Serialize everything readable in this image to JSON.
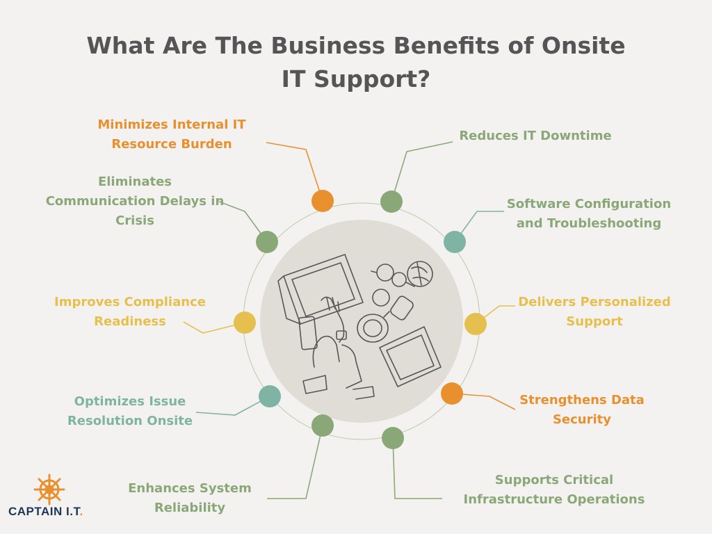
{
  "title": "What Are The Business Benefits of Onsite IT Support?",
  "colors": {
    "orange": "#e8902e",
    "green": "#8aa877",
    "teal": "#7fb3a3",
    "yellow": "#e5c04e",
    "center_circle": "#dfddd5",
    "ring": "#b8c9a8"
  },
  "center_image": "laptop-desk-illustration",
  "benefits": [
    {
      "label": "Minimizes Internal IT Resource Burden",
      "color": "orange"
    },
    {
      "label": "Reduces IT Downtime",
      "color": "green"
    },
    {
      "label": "Eliminates Communication Delays in Crisis",
      "color": "green"
    },
    {
      "label": "Software Configuration and Troubleshooting",
      "color": "green"
    },
    {
      "label": "Improves Compliance Readiness",
      "color": "yellow"
    },
    {
      "label": "Delivers Personalized Support",
      "color": "yellow"
    },
    {
      "label": "Optimizes Issue Resolution Onsite",
      "color": "teal"
    },
    {
      "label": "Strengthens Data Security",
      "color": "orange"
    },
    {
      "label": "Enhances System Reliability",
      "color": "green"
    },
    {
      "label": "Supports Critical Infrastructure Operations",
      "color": "green"
    }
  ],
  "logo": {
    "name": "CAPTAIN I.T",
    "dot": ".",
    "icon": "ship-wheel-icon"
  }
}
